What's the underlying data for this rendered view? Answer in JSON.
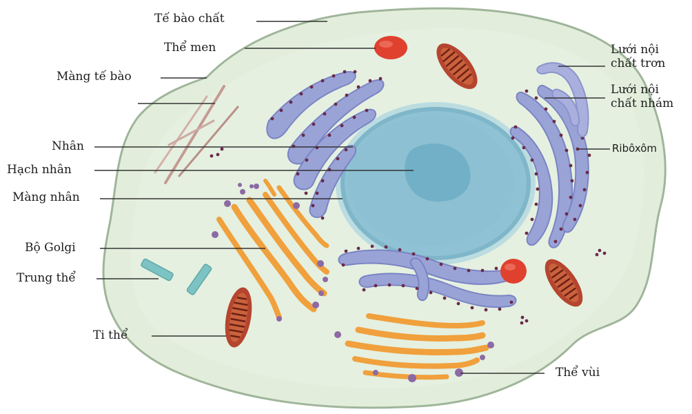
{
  "diagram": {
    "subject": "Tế bào động vật",
    "colors": {
      "cell_fill": "#e2eedb",
      "cell_outline": "#9fb59a",
      "nucleus_fill": "#8fc2d4",
      "nucleolus_fill": "#6eaec4",
      "er_fill": "#9aa3d6",
      "ribosome": "#6a2a4a",
      "golgi": "#f0a03c",
      "mitochondria": "#b5452e",
      "lysosome": "#e0412f",
      "vesicle": "#8c6aa3",
      "centriole": "#7ec3c4",
      "leader_line": "#333333"
    },
    "labels": {
      "cytoplasm": "Tế bào chất",
      "lysosome": "Thể men",
      "cell_membrane": "Màng tế bào",
      "nucleus": "Nhân",
      "nucleolus": "Hạch nhân",
      "nuclear_membrane": "Màng nhân",
      "golgi": "Bộ Golgi",
      "centrosome": "Trung thể",
      "mitochondria": "Ti thể",
      "smooth_er": [
        "Lưới nội",
        "chất trơn"
      ],
      "rough_er": [
        "Lưới nội",
        "chất nhám"
      ],
      "ribosome": "Ribôxôm",
      "vesicle": "Thể vùi"
    }
  }
}
